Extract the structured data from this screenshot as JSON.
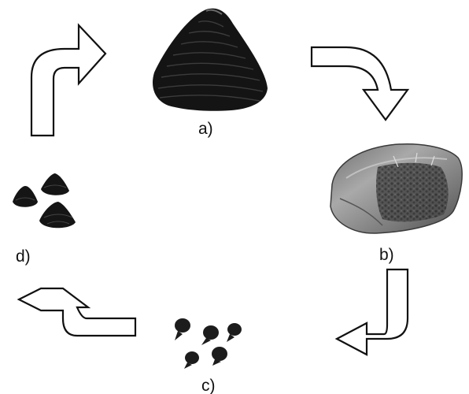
{
  "diagram": {
    "panels": [
      {
        "id": "a",
        "label": "a)"
      },
      {
        "id": "b",
        "label": "b)"
      },
      {
        "id": "c",
        "label": "c)"
      },
      {
        "id": "d",
        "label": "d)"
      }
    ],
    "colors": {
      "arrow_fill": "#ffffff",
      "arrow_stroke": "#111111",
      "shell_dark": "#141414",
      "slab_gray": "#8e8e8e",
      "label_text": "#111111"
    }
  }
}
